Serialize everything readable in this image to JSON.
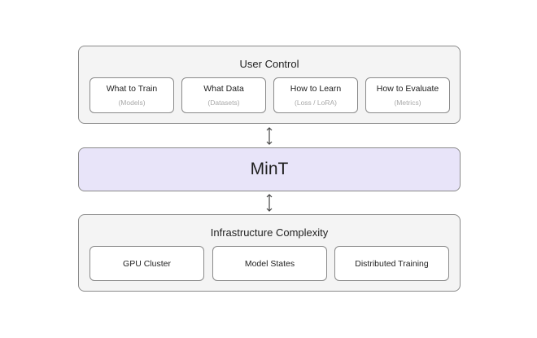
{
  "user_control": {
    "title": "User Control",
    "items": [
      {
        "label": "What to Train",
        "sub": "(Models)"
      },
      {
        "label": "What Data",
        "sub": "(Datasets)"
      },
      {
        "label": "How to Learn",
        "sub": "(Loss / LoRA)"
      },
      {
        "label": "How to Evaluate",
        "sub": "(Metrics)"
      }
    ]
  },
  "core": {
    "label": "MinT",
    "color": "#e8e4f9"
  },
  "infrastructure": {
    "title": "Infrastructure Complexity",
    "items": [
      {
        "label": "GPU Cluster"
      },
      {
        "label": "Model States"
      },
      {
        "label": "Distributed Training"
      }
    ]
  },
  "connectors": [
    {
      "icon": "double-arrow-vertical-icon"
    },
    {
      "icon": "double-arrow-vertical-icon"
    }
  ]
}
